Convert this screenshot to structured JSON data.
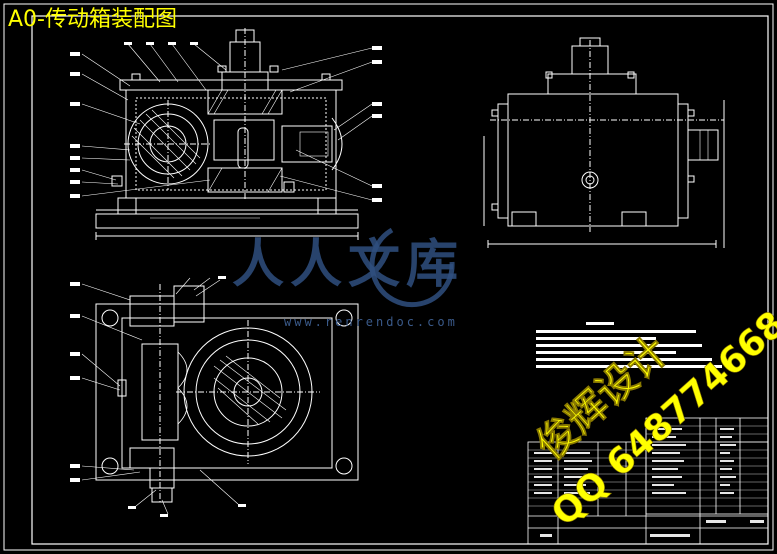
{
  "drawing": {
    "title": "A0-传动箱装配图"
  },
  "watermark": {
    "brand_text": "人人文库",
    "url_text": "www.renrendoc.com"
  },
  "stamp": {
    "line1": "俊辉设计",
    "line2": "QQ 648774668"
  },
  "colors": {
    "background": "#000000",
    "lines": "#ffffff",
    "title": "#ffff00",
    "watermark": "#2f4f7f",
    "stamp": "#ffff00"
  },
  "icons": {
    "watermark_logo": "circle-logo-icon"
  }
}
